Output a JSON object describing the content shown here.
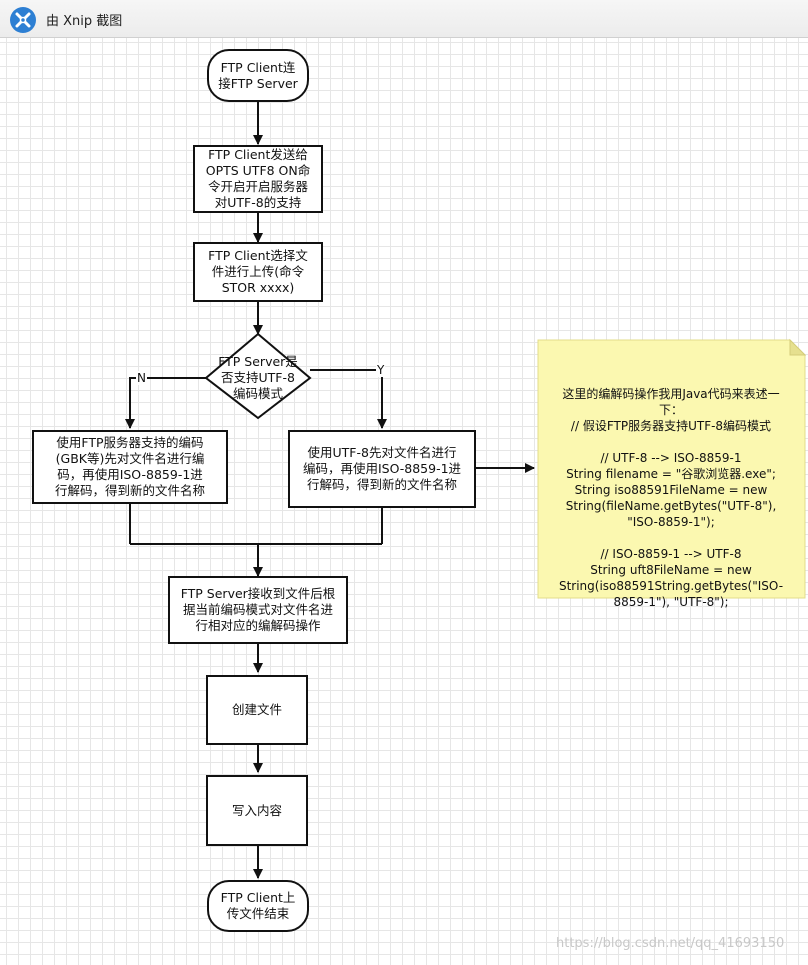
{
  "window": {
    "title": "由 Xnip 截图",
    "icon": "xnip-app-icon"
  },
  "flow": {
    "start": "FTP Client连\n接FTP Server",
    "opts_cmd": "FTP Client发送给\nOPTS UTF8 ON命\n令开启开启服务器\n对UTF-8的支持",
    "upload": "FTP Client选择文\n件进行上传(命令\nSTOR xxxx)",
    "decision": "FTP Server是\n否支持UTF-8\n编码模式",
    "label_no": "N",
    "label_yes": "Y",
    "branch_no": "使用FTP服务器支持的编码\n(GBK等)先对文件名进行编\n码，再使用ISO-8859-1进\n行解码，得到新的文件名称",
    "branch_yes": "使用UTF-8先对文件名进行\n编码，再使用ISO-8859-1进\n行解码，得到新的文件名称",
    "server_process": "FTP Server接收到文件后根\n据当前编码模式对文件名进\n行相对应的编解码操作",
    "create_file": "创建文件",
    "write_content": "写入内容",
    "end": "FTP Client上\n传文件结束"
  },
  "note": {
    "text": "这里的编解码操作我用Java代码来表述一\n下：\n// 假设FTP服务器支持UTF-8编码模式\n\n// UTF-8 --> ISO-8859-1\nString filename = \"谷歌浏览器.exe\";\nString iso88591FileName = new\nString(fileName.getBytes(\"UTF-8\"),\n\"ISO-8859-1\");\n\n// ISO-8859-1 --> UTF-8\nString uft8FileName = new\nString(iso88591String.getBytes(\"ISO-\n8859-1\"), \"UTF-8\");",
    "color": "#fbf8b0"
  },
  "watermark": "https://blog.csdn.net/qq_41693150"
}
